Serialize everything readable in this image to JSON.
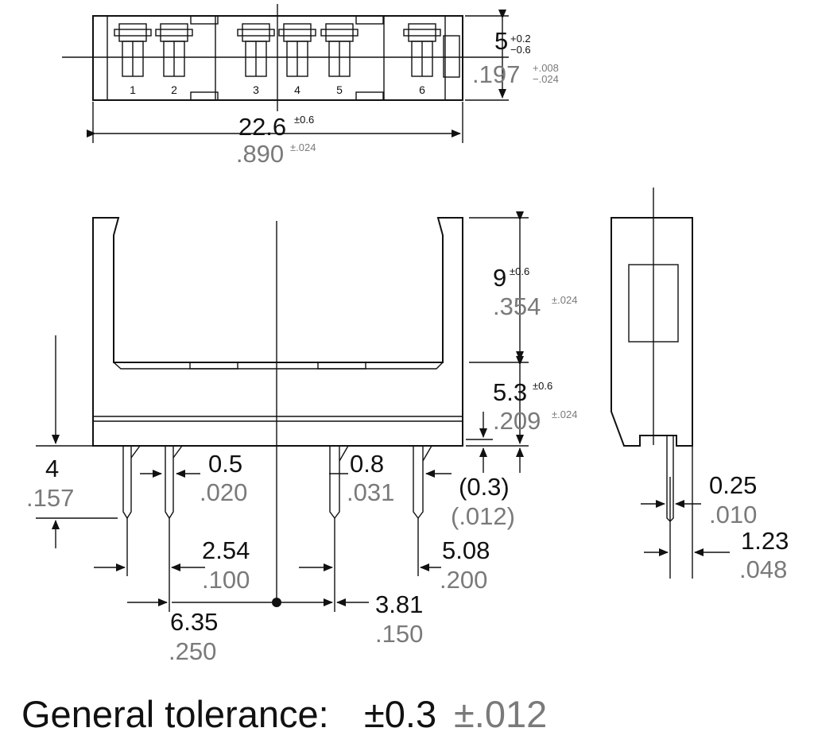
{
  "top_view": {
    "pin_numbers": [
      "1",
      "2",
      "3",
      "4",
      "5",
      "6"
    ],
    "width_mm": "22.6",
    "width_mm_tol": "±0.6",
    "width_in": ".890",
    "width_in_tol": "±.024",
    "height_mm": "5",
    "height_mm_tol_plus": "+0.2",
    "height_mm_tol_minus": "−0.6",
    "height_in": ".197",
    "height_in_tol_plus": "+.008",
    "height_in_tol_minus": "−.024"
  },
  "front_view": {
    "upper_mm": "9",
    "upper_mm_tol": "±0.6",
    "upper_in": ".354",
    "upper_in_tol": "±.024",
    "base_mm": "5.3",
    "base_mm_tol": "±0.6",
    "base_in": ".209",
    "base_in_tol": "±.024",
    "pin_len_mm": "4",
    "pin_len_in": ".157",
    "pin_w1_mm": "0.5",
    "pin_w1_in": ".020",
    "pin_w2_mm": "0.8",
    "pin_w2_in": ".031",
    "standoff_mm": "(0.3)",
    "standoff_in": "(.012)",
    "pitch1_mm": "2.54",
    "pitch1_in": ".100",
    "pitch2_mm": "5.08",
    "pitch2_in": ".200",
    "offset_left_mm": "6.35",
    "offset_left_in": ".250",
    "offset_right_mm": "3.81",
    "offset_right_in": ".150"
  },
  "side_view": {
    "thick_mm": "0.25",
    "thick_in": ".010",
    "pin_pos_mm": "1.23",
    "pin_pos_in": ".048"
  },
  "footer": {
    "label": "General tolerance:",
    "tol_mm": "±0.3",
    "tol_in": "±.012"
  }
}
